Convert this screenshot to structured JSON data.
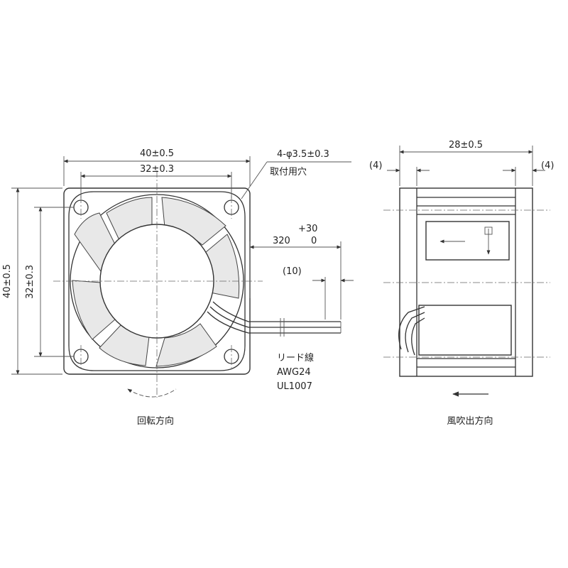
{
  "front_view": {
    "width_dim": "40±0.5",
    "pitch_dim_h": "32±0.3",
    "height_dim": "40±0.5",
    "pitch_dim_v": "32±0.3",
    "hole_spec": "4-φ3.5±0.3",
    "hole_label": "取付用穴",
    "lead_length_tol_plus": "+30",
    "lead_length": "320",
    "lead_length_tol_minus": "0",
    "strip_length": "(10)",
    "lead_label_1": "リード線",
    "lead_label_2": "AWG24",
    "lead_label_3": "UL1007",
    "caption": "回転方向"
  },
  "side_view": {
    "depth_dim": "28±0.5",
    "offset_left": "(4)",
    "offset_right": "(4)",
    "caption": "風吹出方向"
  }
}
